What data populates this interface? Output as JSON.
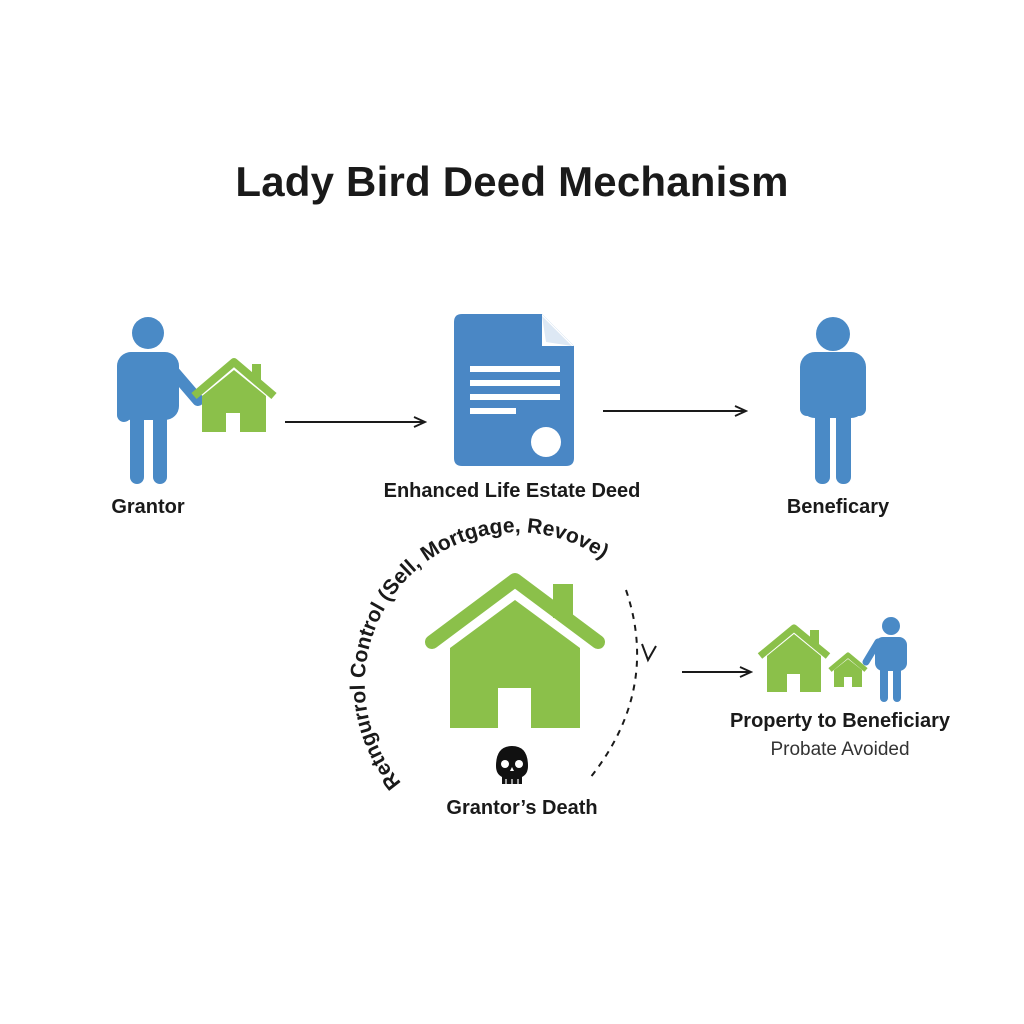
{
  "title": "Lady Bird Deed Mechanism",
  "nodes": {
    "grantor": "Grantor",
    "deed": "Enhanced Life Estate Deed",
    "beneficiary": "Beneficary",
    "death": "Grantor’s Death",
    "property_to_beneficiary": "Property to Beneficiary",
    "probate": "Probate Avoided"
  },
  "arc_text": "Retngurrol Control (Sell, Mortgage, Revove)",
  "colors": {
    "person_blue": "#4a8ac6",
    "deed_blue": "#4a87c5",
    "house_green": "#8bc04a",
    "text": "#1a1a1a"
  },
  "icons": [
    "person-icon",
    "house-icon",
    "document-icon",
    "skull-icon"
  ]
}
